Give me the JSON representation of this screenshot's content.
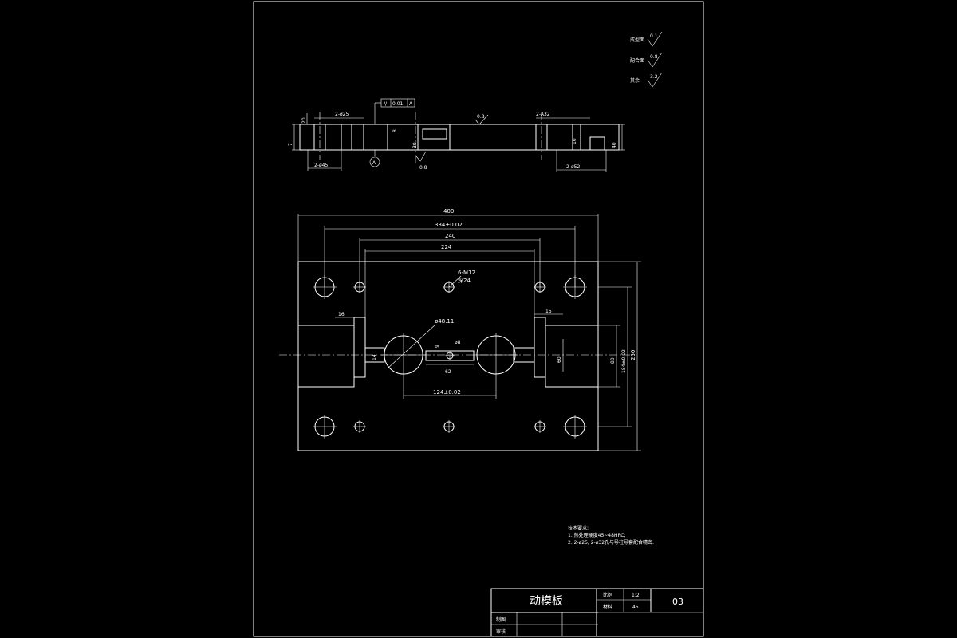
{
  "roughness": {
    "items": [
      {
        "label": "成型面",
        "value": "0.1"
      },
      {
        "label": "配合面",
        "value": "0.8"
      },
      {
        "label": "其余",
        "value": "3.2"
      }
    ]
  },
  "section_view": {
    "dims": {
      "top_left_thick": "20",
      "left_side": "7",
      "hole_d25": "2-ø25",
      "tol_frame_sym": "//",
      "tol_frame_val": "0.01",
      "tol_frame_ref": "A",
      "step_8": "8",
      "height_30": "30",
      "rough_08a": "0.8",
      "rough_08b": "0.8",
      "hole_a32": "2-A32",
      "depth_10": "10",
      "total_40": "40",
      "bottom_d45": "2-ø45",
      "bottom_d52": "2-ø52",
      "datum": "A"
    }
  },
  "plan_view": {
    "dims": {
      "width_400": "400",
      "pitch_334": "334±0.02",
      "width_240": "240",
      "width_224": "224",
      "thread_label": "6-M12",
      "thread_depth": "深24",
      "bore_label": "ø48.11",
      "pin_d8": "ø8",
      "slot_9": "9",
      "slot_14": "14",
      "slot_62": "62",
      "pitch_124": "124±0.02",
      "left_16": "16",
      "right_15": "15",
      "slot_60": "60",
      "height_80": "80",
      "pitch_184": "184±0.02",
      "height_250": "250"
    }
  },
  "notes": {
    "title": "技术要求:",
    "line1": "1. 热处理硬度45~48HRC;",
    "line2": "2. 2-ø25, 2-ø32孔与导柱导套配合精密."
  },
  "title_block": {
    "part_name": "动模板",
    "scale_label": "比例",
    "scale_value": "1:2",
    "material_label": "材料",
    "material_value": "45",
    "drawing_no": "03",
    "drawn_label": "制图",
    "checked_label": "审核"
  }
}
